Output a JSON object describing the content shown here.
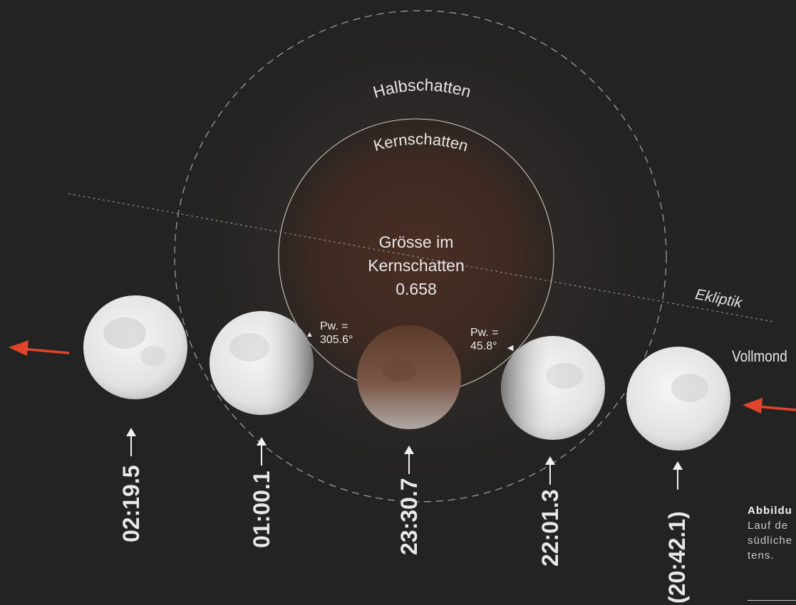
{
  "labels": {
    "penumbra": "Halbschatten",
    "umbra": "Kernschatten",
    "magnitude_line1": "Grösse im",
    "magnitude_line2": "Kernschatten",
    "magnitude_value": "0.658",
    "ecliptic": "Ekliptik",
    "full_moon": "Vollmond"
  },
  "position_angles": [
    {
      "line1": "Pw. =",
      "line2": "305.6°"
    },
    {
      "line1": "Pw. =",
      "line2": "45.8°"
    }
  ],
  "times": [
    "02:19.5",
    "01:00.1",
    "23:30.7",
    "22:01.3",
    "(20:42.1)"
  ],
  "caption": {
    "title": "Abbildu",
    "line1": "Lauf de",
    "line2": "südliche",
    "line3": "tens."
  },
  "colors": {
    "background": "#232323",
    "motion_arrow": "#e0452b",
    "umbra": "#5a3a2a",
    "moon": "#e8e8e8"
  }
}
